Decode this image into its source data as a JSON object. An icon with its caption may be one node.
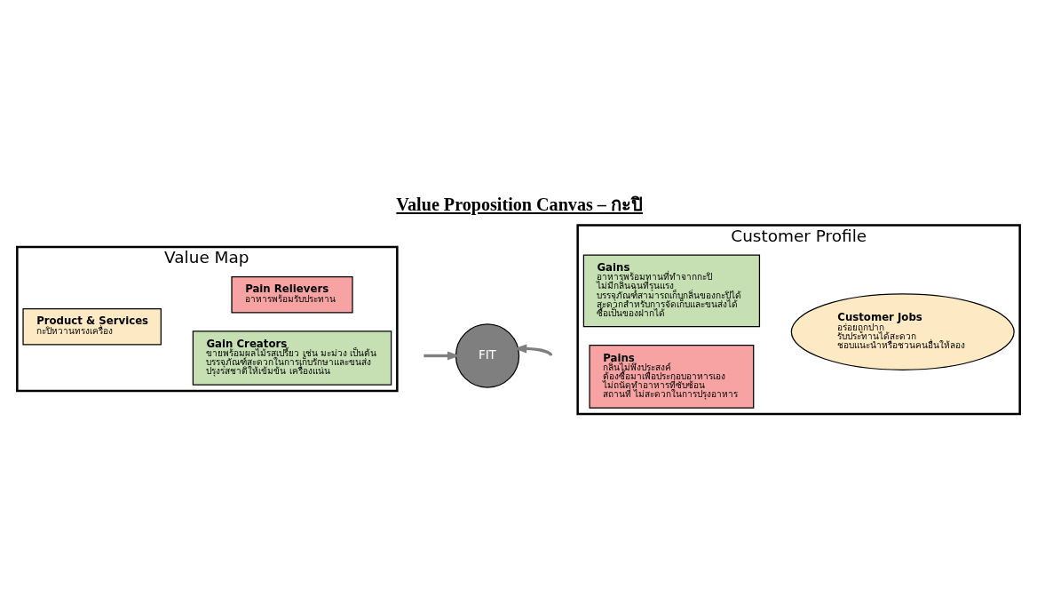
{
  "diagram": {
    "title": "Value Proposition Canvas – กะปิ",
    "nodes": [
      {
        "text": [
          "Value Map"
        ]
      },
      {
        "text": [
          "Product & Services",
          "กะปิหวานทรงเครื่อง"
        ],
        "in": 0
      },
      {
        "text": [
          "Gain Creators",
          "ขายพร้อมผลไม้รสเปรี้ยว เช่น มะม่วง เป็นต้น",
          "บรรจุภัณฑ์สะดวกในการเก็บรักษาและขนส่ง",
          "ปรุงรสชาติให้เข้มข้น เครื่องแน่น"
        ],
        "in": 0
      },
      {
        "text": [
          "Pain Relievers",
          "อาหารพร้อมรับประทาน"
        ],
        "in": 0
      },
      {
        "text": [
          "FIT"
        ]
      },
      {
        "text": [
          "Customer Profile"
        ]
      },
      {
        "text": [
          "Gains",
          "อาหารพร้อมทานที่ทำจากกะปิ",
          "ไม่มีกลิ่นฉุนที่รุนแรง",
          "บรรจุภัณฑ์สามารถเก็บกลิ่นของกะปิได้",
          "สะดวกสำหรับการจัดเก็บและขนส่งได้",
          "ซื้อเป็นของฝากได้"
        ],
        "in": 5
      },
      {
        "text": [
          "Pains",
          "กลิ่นไม่พึงประสงค์",
          "ต้องซื้อมาเพื่อประกอบอาหารเอง",
          "ไม่ถนัดทำอาหารที่ซับซ้อน",
          "สถานที่ ไม่สะดวกในการปรุงอาหาร"
        ],
        "in": 5
      },
      {
        "text": [
          "Customer Jobs",
          "อร่อยถูกปาก",
          "รับประทานได้สะดวก",
          "ชอบแนะนำหรือชวนคนอื่นให้ลอง"
        ],
        "in": 5
      }
    ],
    "edges": [
      {
        "from": null,
        "to": 4,
        "arrow": "to"
      },
      {
        "from": null,
        "to": 4,
        "arrow": "to"
      }
    ]
  }
}
